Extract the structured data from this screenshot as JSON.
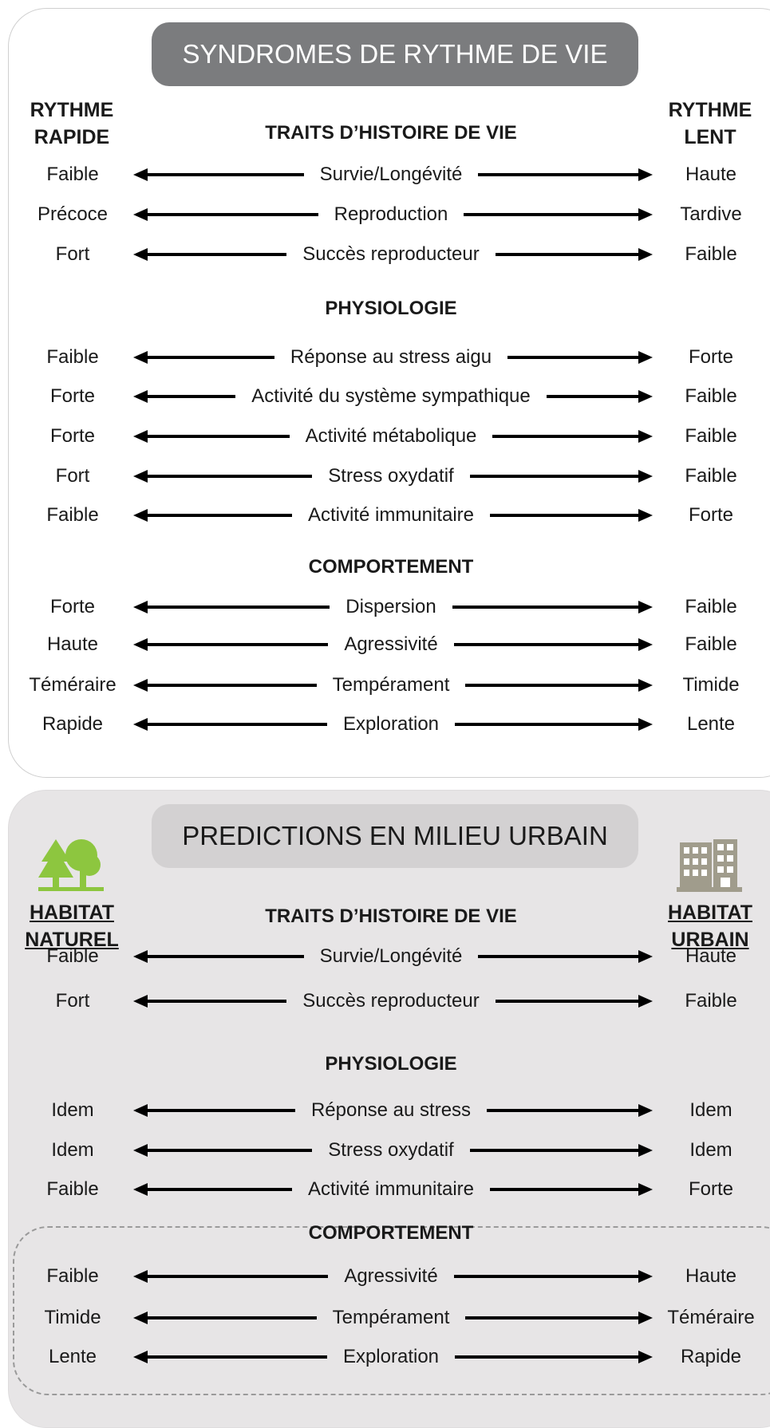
{
  "top": {
    "banner": "SYNDROMES DE RYTHME DE VIE",
    "left_header": [
      "RYTHME",
      "RAPIDE"
    ],
    "right_header": [
      "RYTHME",
      "LENT"
    ],
    "sections": [
      {
        "title": "TRAITS D’HISTOIRE DE VIE",
        "rows": [
          {
            "left": "Faible",
            "center": "Survie/Longévité",
            "right": "Haute"
          },
          {
            "left": "Précoce",
            "center": "Reproduction",
            "right": "Tardive"
          },
          {
            "left": "Fort",
            "center": "Succès reproducteur",
            "right": "Faible"
          }
        ]
      },
      {
        "title": "PHYSIOLOGIE",
        "rows": [
          {
            "left": "Faible",
            "center": "Réponse au stress aigu",
            "right": "Forte"
          },
          {
            "left": "Forte",
            "center": "Activité du système sympathique",
            "right": "Faible"
          },
          {
            "left": "Forte",
            "center": "Activité métabolique",
            "right": "Faible"
          },
          {
            "left": "Fort",
            "center": "Stress oxydatif",
            "right": "Faible"
          },
          {
            "left": "Faible",
            "center": "Activité immunitaire",
            "right": "Forte"
          }
        ]
      },
      {
        "title": "COMPORTEMENT",
        "rows": [
          {
            "left": "Forte",
            "center": "Dispersion",
            "right": "Faible"
          },
          {
            "left": "Haute",
            "center": "Agressivité",
            "right": "Faible"
          },
          {
            "left": "Téméraire",
            "center": "Tempérament",
            "right": "Timide"
          },
          {
            "left": "Rapide",
            "center": "Exploration",
            "right": "Lente"
          }
        ]
      }
    ]
  },
  "bottom": {
    "banner": "PREDICTIONS EN MILIEU URBAIN",
    "left_header": [
      "HABITAT",
      "NATUREL"
    ],
    "right_header": [
      "HABITAT",
      "URBAIN"
    ],
    "left_icon": "tree-icon",
    "right_icon": "building-icon",
    "sections": [
      {
        "title": "TRAITS D’HISTOIRE DE VIE",
        "rows": [
          {
            "left": "Faible",
            "center": "Survie/Longévité",
            "right": "Haute"
          },
          {
            "left": "Fort",
            "center": "Succès reproducteur",
            "right": "Faible"
          }
        ]
      },
      {
        "title": "PHYSIOLOGIE",
        "rows": [
          {
            "left": "Idem",
            "center": "Réponse au stress",
            "right": "Idem"
          },
          {
            "left": "Idem",
            "center": "Stress oxydatif",
            "right": "Idem"
          },
          {
            "left": "Faible",
            "center": "Activité immunitaire",
            "right": "Forte"
          }
        ]
      },
      {
        "title": "COMPORTEMENT",
        "rows": [
          {
            "left": "Faible",
            "center": "Agressivité",
            "right": "Haute"
          },
          {
            "left": "Timide",
            "center": "Tempérament",
            "right": "Téméraire"
          },
          {
            "left": "Lente",
            "center": "Exploration",
            "right": "Rapide"
          }
        ]
      }
    ]
  },
  "colors": {
    "banner_dark": "#7b7c7e",
    "banner_light": "#d3d1d2",
    "bottom_bg": "#e7e5e6",
    "tree": "#8dc63f",
    "building": "#a09c8c"
  }
}
